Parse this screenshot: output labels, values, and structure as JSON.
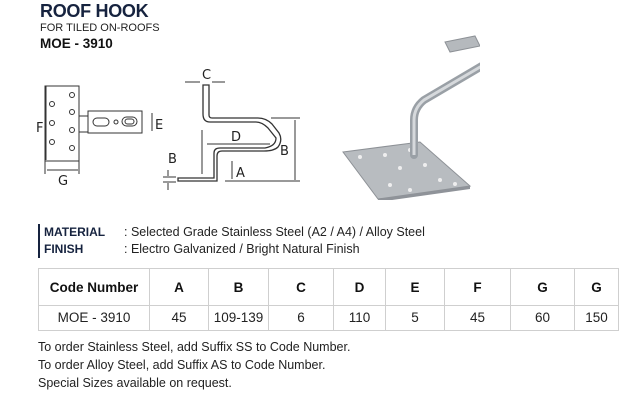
{
  "header": {
    "title": "ROOF HOOK",
    "subtitle": "FOR TILED ON-ROOFS",
    "code": "MOE - 3910"
  },
  "diagram": {
    "labels": {
      "f": "F",
      "g": "G",
      "e": "E",
      "c": "C",
      "d": "D",
      "b": "B",
      "b_small": "B",
      "a": "A"
    }
  },
  "specs": [
    {
      "label": "MATERIAL",
      "value": ": Selected Grade Stainless Steel (A2 / A4) / Alloy Steel"
    },
    {
      "label": "FINISH",
      "value": ": Electro Galvanized / Bright Natural Finish"
    }
  ],
  "table": {
    "headers": [
      "Code Number",
      "A",
      "B",
      "C",
      "D",
      "E",
      "F",
      "G",
      "G"
    ],
    "rows": [
      [
        "MOE - 3910",
        "45",
        "109-139",
        "6",
        "110",
        "5",
        "45",
        "60",
        "150"
      ]
    ]
  },
  "notes": [
    "To order Stainless Steel, add Suffix SS to Code Number.",
    "To order Alloy Steel, add Suffix AS to Code Number.",
    "Special Sizes available on request."
  ]
}
